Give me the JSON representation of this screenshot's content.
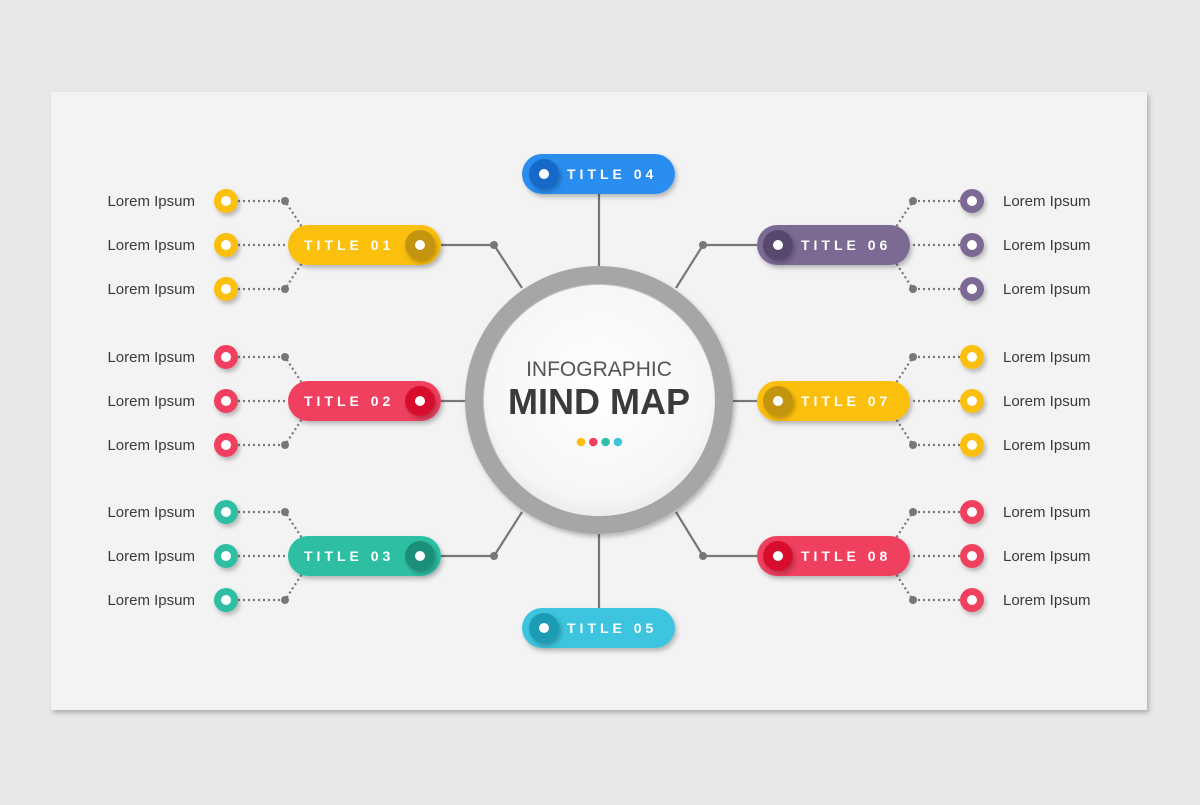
{
  "center": {
    "subtitle": "INFOGRAPHIC",
    "title": "MIND MAP",
    "dot_colors": [
      "#fbbf0c",
      "#f0405e",
      "#2dbfa3",
      "#3cc4de"
    ]
  },
  "nodes": [
    {
      "id": "01",
      "label": "TITLE 01",
      "color": "#fbbf0c",
      "knob": "#c39410",
      "side": "left",
      "row": 0,
      "items": [
        "Lorem Ipsum",
        "Lorem Ipsum",
        "Lorem Ipsum"
      ]
    },
    {
      "id": "02",
      "label": "TITLE 02",
      "color": "#f0405e",
      "knob": "#d8102e",
      "side": "left",
      "row": 1,
      "items": [
        "Lorem Ipsum",
        "Lorem Ipsum",
        "Lorem Ipsum"
      ]
    },
    {
      "id": "03",
      "label": "TITLE 03",
      "color": "#2dbfa3",
      "knob": "#1f8f79",
      "side": "left",
      "row": 2,
      "items": [
        "Lorem Ipsum",
        "Lorem Ipsum",
        "Lorem Ipsum"
      ]
    },
    {
      "id": "04",
      "label": "TITLE 04",
      "color": "#2b8ef0",
      "knob": "#1267c9",
      "side": "top",
      "items": []
    },
    {
      "id": "05",
      "label": "TITLE 05",
      "color": "#3cc4de",
      "knob": "#1e9bb4",
      "side": "bottom",
      "items": []
    },
    {
      "id": "06",
      "label": "TITLE 06",
      "color": "#7b6b95",
      "knob": "#564a6d",
      "side": "right",
      "row": 0,
      "items": [
        "Lorem Ipsum",
        "Lorem Ipsum",
        "Lorem Ipsum"
      ]
    },
    {
      "id": "07",
      "label": "TITLE 07",
      "color": "#fbbf0c",
      "knob": "#c39410",
      "side": "right",
      "row": 1,
      "items": [
        "Lorem Ipsum",
        "Lorem Ipsum",
        "Lorem Ipsum"
      ]
    },
    {
      "id": "08",
      "label": "TITLE 08",
      "color": "#f0405e",
      "knob": "#d8102e",
      "side": "right",
      "row": 2,
      "items": [
        "Lorem Ipsum",
        "Lorem Ipsum",
        "Lorem Ipsum"
      ]
    }
  ]
}
